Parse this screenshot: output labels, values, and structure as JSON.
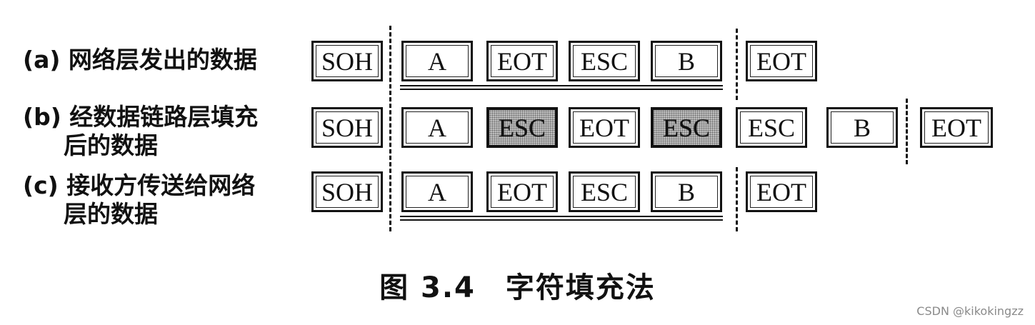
{
  "rows": [
    {
      "label_line1": "(a) 网络层发出的数据",
      "label_line2": "",
      "boxes": [
        "SOH",
        "A",
        "EOT",
        "ESC",
        "B",
        "EOT"
      ]
    },
    {
      "label_line1": "(b) 经数据链路层填充",
      "label_line2": "后的数据",
      "boxes": [
        "SOH",
        "A",
        "ESC",
        "EOT",
        "ESC",
        "ESC",
        "B",
        "EOT"
      ]
    },
    {
      "label_line1": "(c) 接收方传送给网络",
      "label_line2": "层的数据",
      "boxes": [
        "SOH",
        "A",
        "EOT",
        "ESC",
        "B",
        "EOT"
      ]
    }
  ],
  "stuffed_fill_color": "#bdbdbd",
  "caption": "图 3.4　字符填充法",
  "watermark": "CSDN @kikokingzz"
}
